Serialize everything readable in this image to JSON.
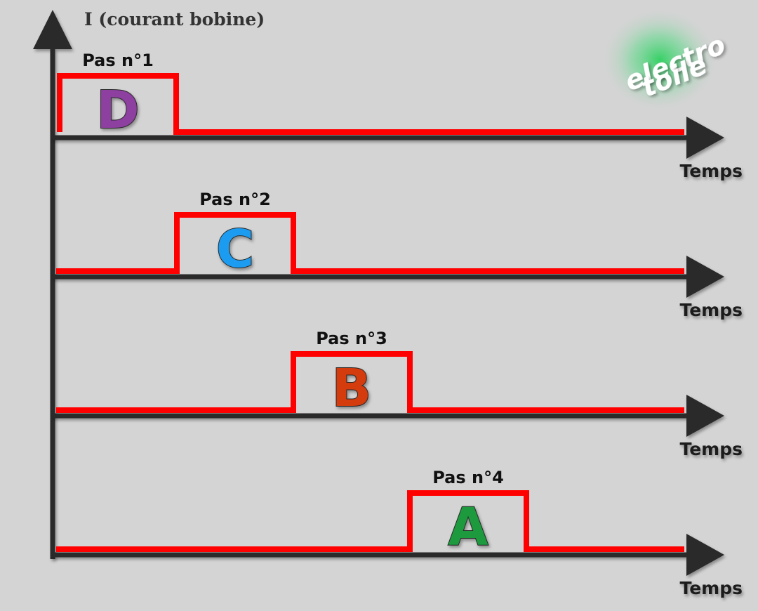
{
  "y_axis_label": "I (courant bobine)",
  "time_axis_label": "Temps",
  "colors": {
    "signal": "#ff0000",
    "axis": "#2b2b2b",
    "background": "#d4d4d4"
  },
  "steps": [
    {
      "label": "Pas n°1",
      "coil": "D",
      "coil_color": "#8e3fa0"
    },
    {
      "label": "Pas n°2",
      "coil": "C",
      "coil_color": "#1e9cf0"
    },
    {
      "label": "Pas n°3",
      "coil": "B",
      "coil_color": "#d43a10"
    },
    {
      "label": "Pas n°4",
      "coil": "A",
      "coil_color": "#1a9a3e"
    }
  ],
  "logo": {
    "line1": "electro",
    "line2": "toile"
  }
}
